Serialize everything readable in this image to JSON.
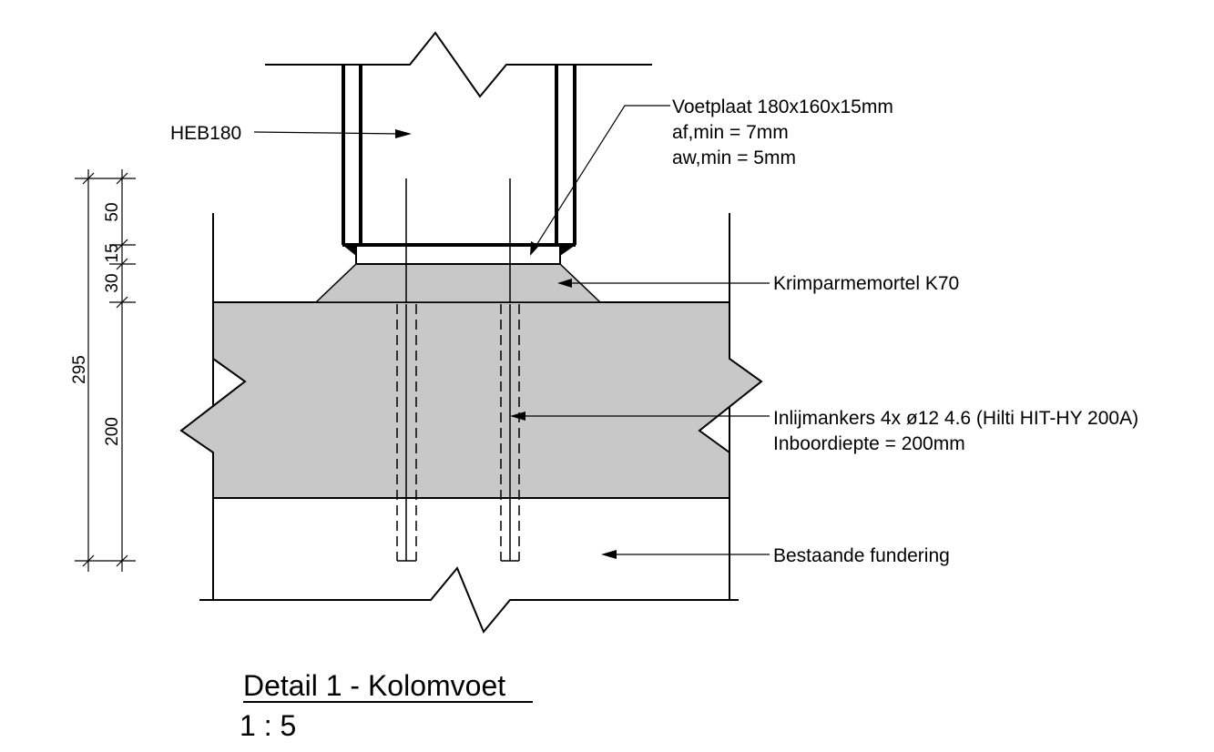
{
  "labels": {
    "heb": "HEB180",
    "plate_1": "Voetplaat 180x160x15mm",
    "plate_2": "af,min = 7mm",
    "plate_3": "aw,min = 5mm",
    "mortar": "Krimparmemortel K70",
    "anchors_1": "Inlijmankers 4x ø12 4.6 (Hilti HIT-HY 200A)",
    "anchors_2": "Inboordiepte = 200mm",
    "foundation": "Bestaande fundering"
  },
  "dimensions": {
    "total": "295",
    "d50": "50",
    "d15": "15",
    "d30": "30",
    "d200": "200"
  },
  "title": "Detail 1 - Kolomvoet",
  "scale": "1 : 5",
  "colors": {
    "concrete": "#c8c8c8",
    "line": "#000000"
  }
}
